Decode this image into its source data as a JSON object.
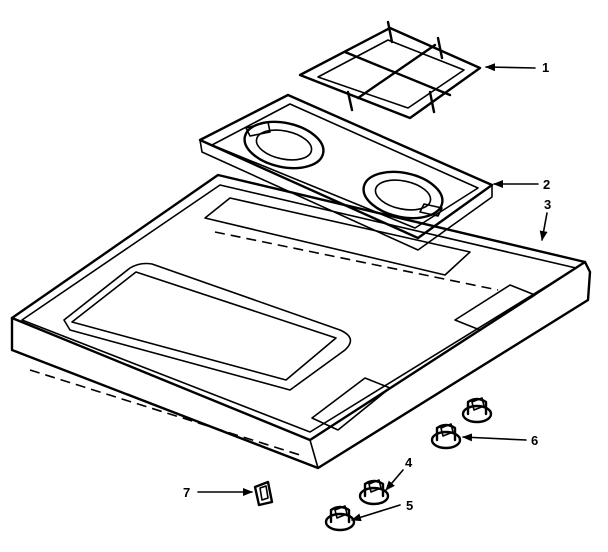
{
  "diagram": {
    "callouts": [
      {
        "id": "callout-1",
        "text": "1"
      },
      {
        "id": "callout-2",
        "text": "2"
      },
      {
        "id": "callout-3",
        "text": "3"
      },
      {
        "id": "callout-4",
        "text": "4"
      },
      {
        "id": "callout-5",
        "text": "5"
      },
      {
        "id": "callout-6",
        "text": "6"
      },
      {
        "id": "callout-7",
        "text": "7"
      }
    ]
  }
}
